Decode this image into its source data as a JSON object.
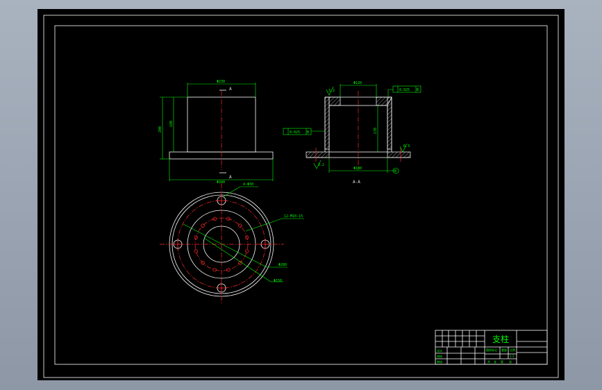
{
  "drawing": {
    "title": "支柱",
    "section_label": "A-A",
    "section_marks": [
      "A",
      "A"
    ],
    "front_view": {
      "dims": {
        "top_width": "Φ230",
        "total_height": "200",
        "body_height": "180",
        "base_width": "Φ340"
      }
    },
    "section_view": {
      "dims": {
        "top_bore": "Φ120",
        "inner_height": "170",
        "bottom_bore": "Φ180",
        "roughness_left": "3.2",
        "roughness_right": "6.3",
        "roughness_bottom": "3.2"
      },
      "tolerances": {
        "perpendicularity": "0.025",
        "perpendicularity_ref": "B",
        "parallelism": "0.025",
        "parallelism_ref": "B"
      },
      "datum": "B"
    },
    "top_view": {
      "callouts": {
        "big_hole": "4-Φ30",
        "small_holes": "12-M10-15",
        "bolt_circle": "Φ280",
        "pcd": "Φ150"
      },
      "big_hole_count": 4,
      "small_hole_count": 12
    },
    "title_block": {
      "left_rows": [
        "设计",
        "校核",
        "审核"
      ],
      "mid_labels": [
        "图样标记",
        "重量",
        "比例"
      ],
      "scale": "1:1",
      "bottom_labels": [
        "共",
        "张",
        "第",
        "张"
      ]
    },
    "colors": {
      "background": "#000000",
      "outline": "#ffffff",
      "dimension": "#00ff00",
      "centerline": "#ff2a2a"
    }
  }
}
